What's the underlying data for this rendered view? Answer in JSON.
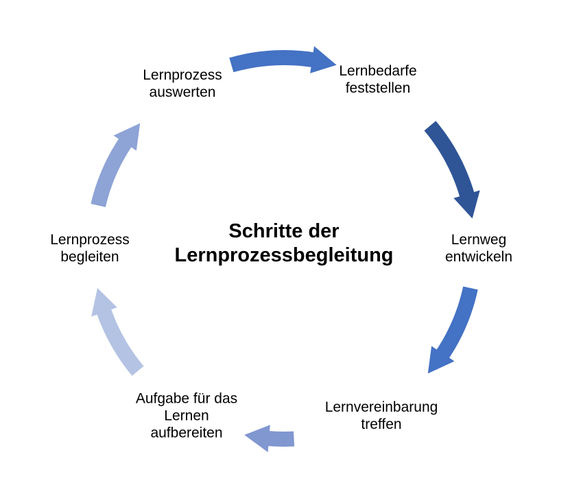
{
  "title": {
    "line1": "Schritte der",
    "line2": "Lernprozessbegleitung"
  },
  "steps": [
    {
      "line1": "Lernbedarfe",
      "line2": "feststellen"
    },
    {
      "line1": "Lernweg",
      "line2": "entwickeln"
    },
    {
      "line1": "Lernvereinbarung",
      "line2": "treffen"
    },
    {
      "line1": "Aufgabe für das",
      "line2": "Lernen",
      "line3": "aufbereiten"
    },
    {
      "line1": "Lernprozess",
      "line2": "begleiten"
    },
    {
      "line1": "Lernprozess",
      "line2": "auswerten"
    }
  ],
  "arrow_colors": [
    "#4472C4",
    "#2F5597",
    "#4472C4",
    "#8097D0",
    "#B4C3E3",
    "#8EA3D6"
  ]
}
